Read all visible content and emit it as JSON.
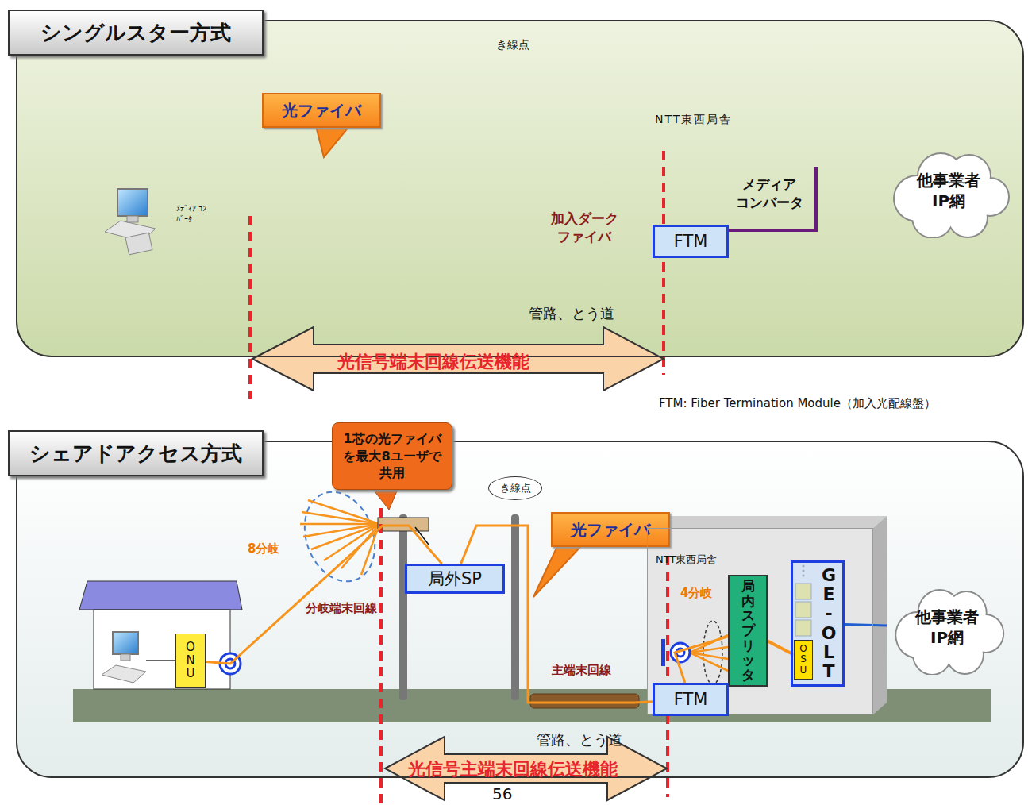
{
  "diagram": {
    "nodes": [
      {
        "text": [
          "シングルスター方式"
        ]
      },
      {
        "text": [
          "光ファイバ"
        ],
        "in": 0
      },
      {
        "text": [
          "FTM"
        ],
        "in": 0
      },
      {
        "text": [
          "他事業者IP網"
        ],
        "in": 0
      },
      {
        "text": [
          "シェアドアクセス方式"
        ]
      },
      {
        "text": [
          "1芯の光ファイバを最大8ユーザで共用"
        ],
        "in": 4
      },
      {
        "text": [
          "き線点"
        ],
        "in": 4
      },
      {
        "text": [
          "局外SP"
        ],
        "in": 4
      },
      {
        "text": [
          "光ファイバ"
        ],
        "in": 4
      },
      {
        "text": [
          "ONU"
        ],
        "in": 4
      },
      {
        "text": [
          "NTT東西局舎"
        ],
        "in": 4
      },
      {
        "text": [
          "局内スプリッタ"
        ],
        "in": 10
      },
      {
        "text": [
          "GE-OLT"
        ],
        "in": 10
      },
      {
        "text": [
          "OSU"
        ],
        "in": 12
      },
      {
        "text": [
          "FTM"
        ],
        "in": 10
      },
      {
        "text": [
          "他事業者IP網"
        ],
        "in": 4
      }
    ],
    "edges": [
      {
        "from": 9,
        "to": 7,
        "arrow": "none",
        "label": "分岐端末回線"
      },
      {
        "from": 7,
        "to": 14,
        "arrow": "none",
        "label": "主端末回線"
      },
      {
        "from": 14,
        "to": 11,
        "arrow": "none"
      },
      {
        "from": 11,
        "to": 13,
        "arrow": "none"
      },
      {
        "from": 12,
        "to": 15,
        "arrow": "none"
      }
    ],
    "labels": [
      "き線点",
      "NTT東西局舎",
      "ﾒﾃﾞｨｱ ｺﾝﾊﾞｰﾀ",
      "加入ダーク ファイバ",
      "メディア コンバータ",
      "管路、とう道",
      "光信号端末回線伝送機能",
      "FTM: Fiber Termination Module（加入光配線盤）",
      "8分岐",
      "4分岐",
      "管路、とう道",
      "光信号主端末回線伝送機能",
      "56"
    ]
  }
}
